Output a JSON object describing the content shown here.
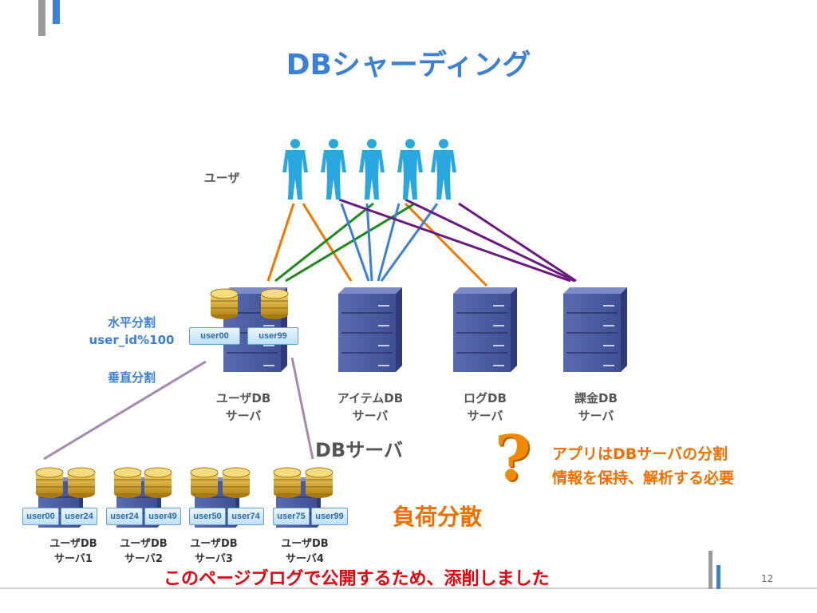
{
  "slide": {
    "title": "DBシャーディング",
    "page_number": "12",
    "footer_note": "このページブログで公開するため、添削しました"
  },
  "users_label": "ユーザ",
  "left_labels": {
    "horizontal": "水平分割",
    "shard_key": "user_id%100",
    "vertical": "垂直分割"
  },
  "servers": [
    {
      "line1": "ユーザDB",
      "line2": "サーバ"
    },
    {
      "line1": "アイテムDB",
      "line2": "サーバ"
    },
    {
      "line1": "ログDB",
      "line2": "サーバ"
    },
    {
      "line1": "課金DB",
      "line2": "サーバ"
    }
  ],
  "user_db_chips": [
    "user00",
    "user99"
  ],
  "db_server_caption": "DBサーバ",
  "shards": [
    {
      "chips": [
        "user00",
        "user24"
      ],
      "line1": "ユーザDB",
      "line2": "サーバ1"
    },
    {
      "chips": [
        "user24",
        "user49"
      ],
      "line1": "ユーザDB",
      "line2": "サーバ2"
    },
    {
      "chips": [
        "user50",
        "user74"
      ],
      "line1": "ユーザDB",
      "line2": "サーバ3"
    },
    {
      "chips": [
        "user75",
        "user99"
      ],
      "line1": "ユーザDB",
      "line2": "サーバ4"
    }
  ],
  "note": {
    "line1": "アプリはDBサーバの分割",
    "line2": "情報を保持、解析する必要"
  },
  "question_mark": "?",
  "load_balance": "負荷分散",
  "colors": {
    "title": "#3b7fd6",
    "person": "#29a8e0",
    "server": "#4a5a9c",
    "orange_line": "#f07a00",
    "green_line": "#1b8a1b",
    "blue_line": "#3b7fd6",
    "purple_line": "#6a1a80",
    "red_text": "#e8000e"
  }
}
